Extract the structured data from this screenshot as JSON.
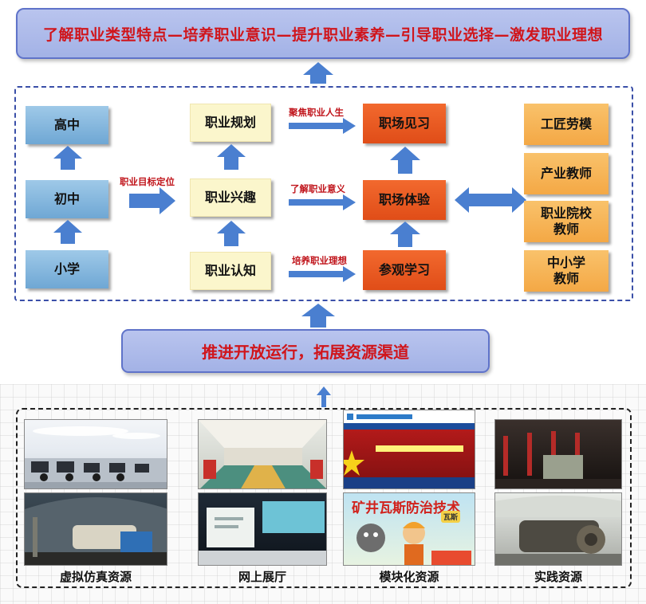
{
  "top_banner": "了解职业类型特点—培养职业意识—提升职业素养—引导职业选择—激发职业理想",
  "school_levels": {
    "high": "高中",
    "middle": "初中",
    "primary": "小学"
  },
  "goal_label": "职业目标定位",
  "career_steps": {
    "planning": "职业规划",
    "interest": "职业兴趣",
    "cognition": "职业认知"
  },
  "arrow_labels": {
    "top": "聚焦职业人生",
    "mid": "了解职业意义",
    "bottom": "培养职业理想"
  },
  "practice_steps": {
    "intern": "职场见习",
    "experience": "职场体验",
    "visit": "参观学习"
  },
  "mentors": {
    "craftsman": "工匠劳模",
    "industry": "产业教师",
    "vocational_line1": "职业院校",
    "vocational_line2": "教师",
    "school_line1": "中小学",
    "school_line2": "教师"
  },
  "mid_banner": "推进开放运行，拓展资源渠道",
  "resources": {
    "virtual": "虚拟仿真资源",
    "online": "网上展厅",
    "modular": "模块化资源",
    "practice": "实践资源"
  },
  "poster": {
    "headline": "矿井瓦斯防治技术",
    "badge": "瓦斯"
  },
  "colors": {
    "banner_text": "#d0151b",
    "arrow": "#4a7fd0",
    "panel_border": "#3a4fa8"
  }
}
